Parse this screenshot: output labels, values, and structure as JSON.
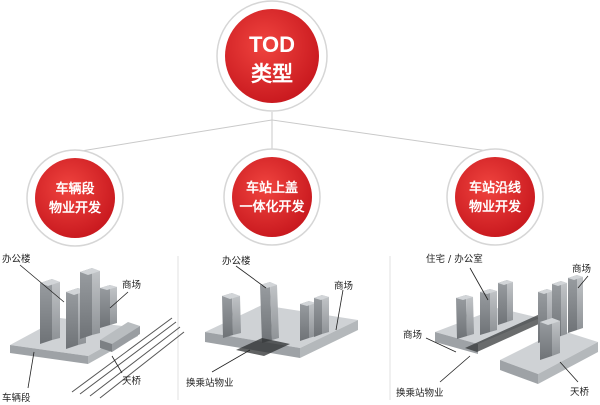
{
  "root": {
    "line1": "TOD",
    "line2": "类型"
  },
  "branches": [
    {
      "label": [
        "车辆段",
        "物业开发"
      ],
      "captions": {
        "office": "办公楼",
        "mall": "商场",
        "bridge": "天桥",
        "depot": "车辆段"
      }
    },
    {
      "label": [
        "车站上盖",
        "一体化开发"
      ],
      "captions": {
        "office": "办公楼",
        "mall": "商场",
        "station": "换乘站物业"
      }
    },
    {
      "label": [
        "车站沿线",
        "物业开发"
      ],
      "captions": {
        "residence": "住宅 / 办公室",
        "mall_right": "商场",
        "mall_left": "商场",
        "station": "换乘站物业",
        "bridge": "天桥"
      }
    }
  ],
  "colors": {
    "accent": "#e0242a",
    "ring": "#d9d9d9",
    "line": "#c8c8c8",
    "building": "#8e9296",
    "base": "#c7cacd"
  }
}
